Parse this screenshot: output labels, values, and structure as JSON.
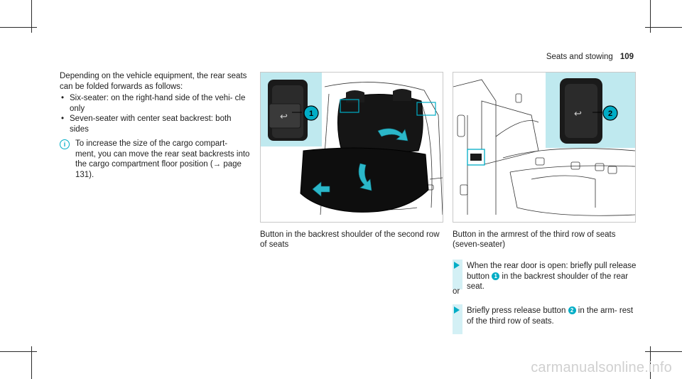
{
  "header": {
    "section": "Seats and stowing",
    "page_number": "109"
  },
  "left_column": {
    "intro": "Depending on the vehicle equipment, the rear seats can be folded forwards as follows:",
    "bullets": [
      "Six-seater: on the right-hand side of the vehi- cle only",
      "Seven-seater with center seat backrest: both sides"
    ],
    "note_icon": "i",
    "note": "To increase the size of the cargo compart- ment, you can move the rear seat backrests into the cargo compartment floor position (→ page 131)."
  },
  "figures": [
    {
      "callout": "1",
      "caption": "Button in the backrest shoulder of the second row of seats"
    },
    {
      "callout": "2",
      "caption": "Button in the armrest of the third row of seats (seven-seater)"
    }
  ],
  "steps": [
    {
      "pre": "When the rear door is open: briefly pull release button",
      "badge": "1",
      "post": "in the backrest shoulder of the rear seat."
    },
    {
      "pre": "Briefly press release button",
      "badge": "2",
      "post": "in the arm- rest of the third row of seats."
    }
  ],
  "or_label": "or",
  "watermark": "carmanualsonline.info",
  "colors": {
    "accent": "#00adc6",
    "callout_bg": "#bfe9ef",
    "dark": "#1a1a1a"
  }
}
